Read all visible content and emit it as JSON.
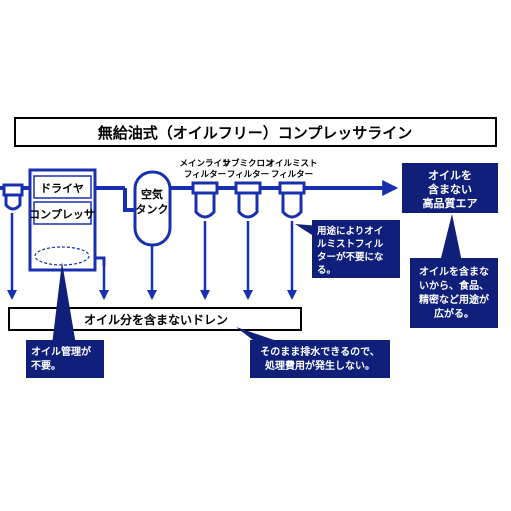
{
  "title": "無給油式（オイルフリー）コンプレッサライン",
  "components": {
    "dryer": "ドライヤ",
    "compressor": "コンプレッサ",
    "air_tank": [
      "空気",
      "タンク"
    ],
    "mainline_filter": [
      "メインライン",
      "フィルター"
    ],
    "submicron_filter": [
      "サブミクロン",
      "フィルター"
    ],
    "oil_mist_filter": [
      "オイルミスト",
      "フィルター"
    ]
  },
  "output_box": [
    "オイルを",
    "含まない",
    "高品質エア"
  ],
  "drain_label": "オイル分を含まないドレン",
  "callouts": {
    "oil_mist_not_needed": [
      "用途によりオイ",
      "ルミストフィル",
      "ターが不要にな",
      "る。"
    ],
    "wide_uses": [
      "オイルを含まな",
      "いから、食品、",
      "精密など用途が",
      "広がる。"
    ],
    "oil_management": [
      "オイル管理が",
      "不要。"
    ],
    "disposal_cost": [
      "そのまま排水できるので、",
      "処理費用が発生しない。"
    ]
  },
  "colors": {
    "line_blue": "#1830b0",
    "box_navy": "#101f7a",
    "text_white": "#ffffff",
    "text_black": "#000000"
  }
}
